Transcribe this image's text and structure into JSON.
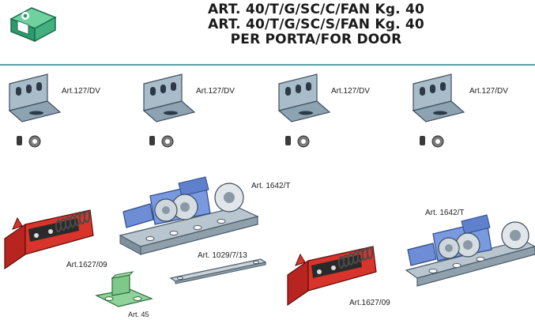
{
  "header": {
    "title_lines": [
      "ART. 40/T/G/SC/C/FAN Kg. 40",
      "ART. 40/T/G/SC/S/FAN Kg. 40",
      "PER PORTA/FOR DOOR"
    ],
    "logo_icon": "product-box-icon",
    "rule_color": "#5ba0a8"
  },
  "brackets": [
    {
      "label": "Art.127/DV"
    },
    {
      "label": "Art.127/DV"
    },
    {
      "label": "Art.127/DV"
    },
    {
      "label": "Art.127/DV"
    }
  ],
  "components": {
    "trolley_left": {
      "label": "Art. 1642/T"
    },
    "trolley_right": {
      "label": "Art. 1642/T"
    },
    "stopper_left": {
      "label": "Art.1627/09"
    },
    "stopper_right": {
      "label": "Art.1627/09"
    },
    "connecting_bar": {
      "label": "Art. 1029/7/13"
    },
    "floor_guide": {
      "label": "Art. 45"
    }
  },
  "colors": {
    "steel": "#9fb2c0",
    "steel_dark": "#55697a",
    "blue": "#6d8ed6",
    "red": "#d9342b",
    "green": "#7ec98a"
  }
}
